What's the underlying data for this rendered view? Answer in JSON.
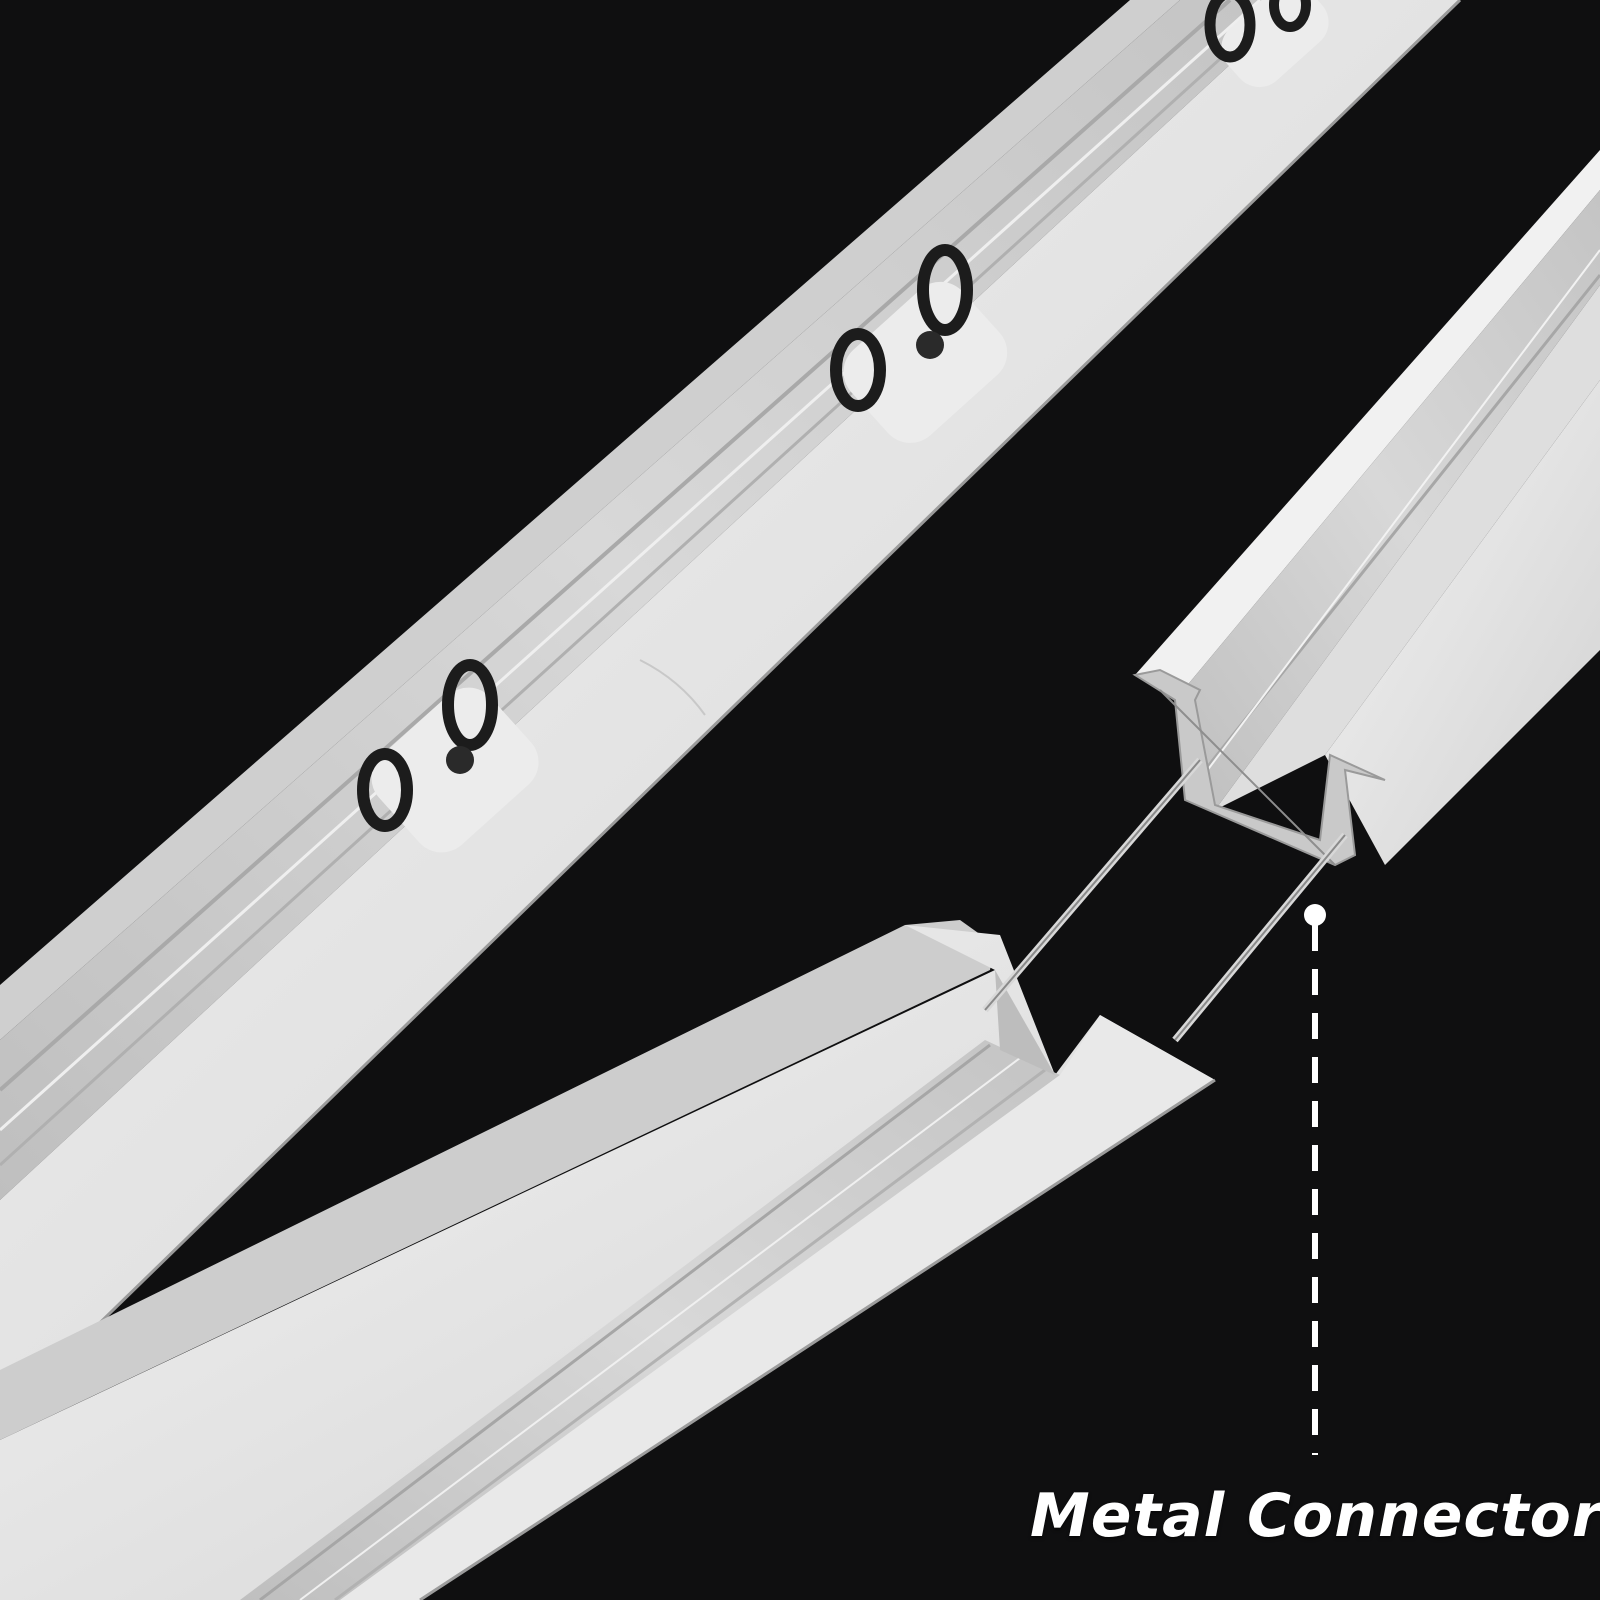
{
  "background_color": "#0f0f10",
  "rail_colors": {
    "face": "#e6e6e6",
    "edge": "#f4f4f4",
    "shade": "#b9b9b9",
    "groove": "#cfcfcf",
    "dark": "#1a1a1a"
  },
  "objects": {
    "upper_rail": "curtain-track-with-gliders",
    "lower_rail_left": "curtain-track-segment",
    "lower_rail_right": "curtain-track-segment",
    "connector": "metal-connector-rods",
    "callout_line": "dashed-leader-line"
  },
  "callout": {
    "label": "Metal Connector",
    "label_color": "#ffffff",
    "line_color": "#ffffff"
  }
}
